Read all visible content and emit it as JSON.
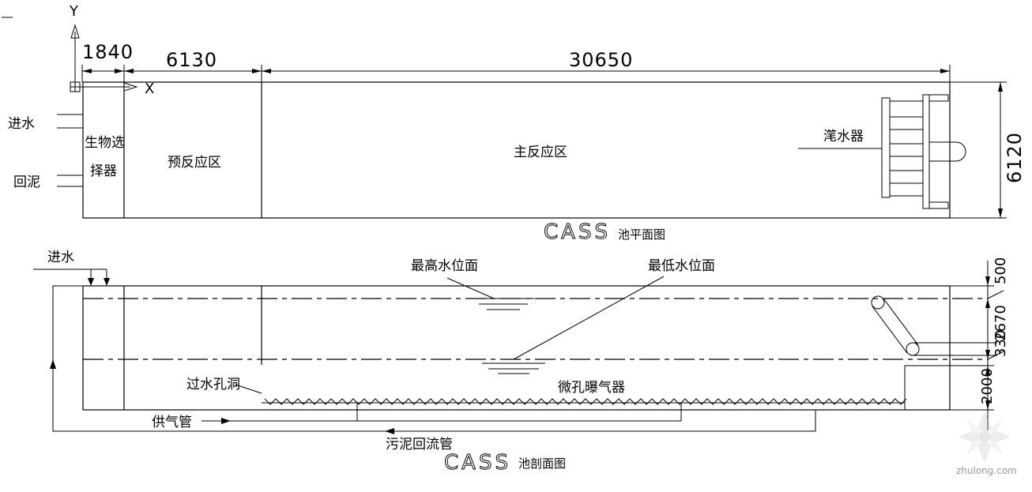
{
  "plan": {
    "axis_y": "Y",
    "axis_x": "X",
    "dim_selector": "1840",
    "dim_pre": "6130",
    "dim_main": "30650",
    "dim_width": "6120",
    "inlet": "进水",
    "return_sludge": "回泥",
    "selector_line1": "生物选",
    "selector_line2": "择器",
    "pre_zone": "预反应区",
    "main_zone": "主反应区",
    "decanter": "滗水器",
    "title_cass": "CASS",
    "title_suffix": "池平面图"
  },
  "section": {
    "inlet": "进水",
    "max_level": "最高水位面",
    "min_level": "最低水位面",
    "hole": "过水孔洞",
    "aerator": "微孔曝气器",
    "air_pipe": "供气管",
    "sludge_pipe": "污泥回流管",
    "dim_top": "500",
    "dim_mid": "2670",
    "dim_mid2": "330",
    "dim_bottom": "2000",
    "title_cass": "CASS",
    "title_suffix": "池剖面图"
  },
  "watermark": {
    "text": "zhulong.com"
  }
}
